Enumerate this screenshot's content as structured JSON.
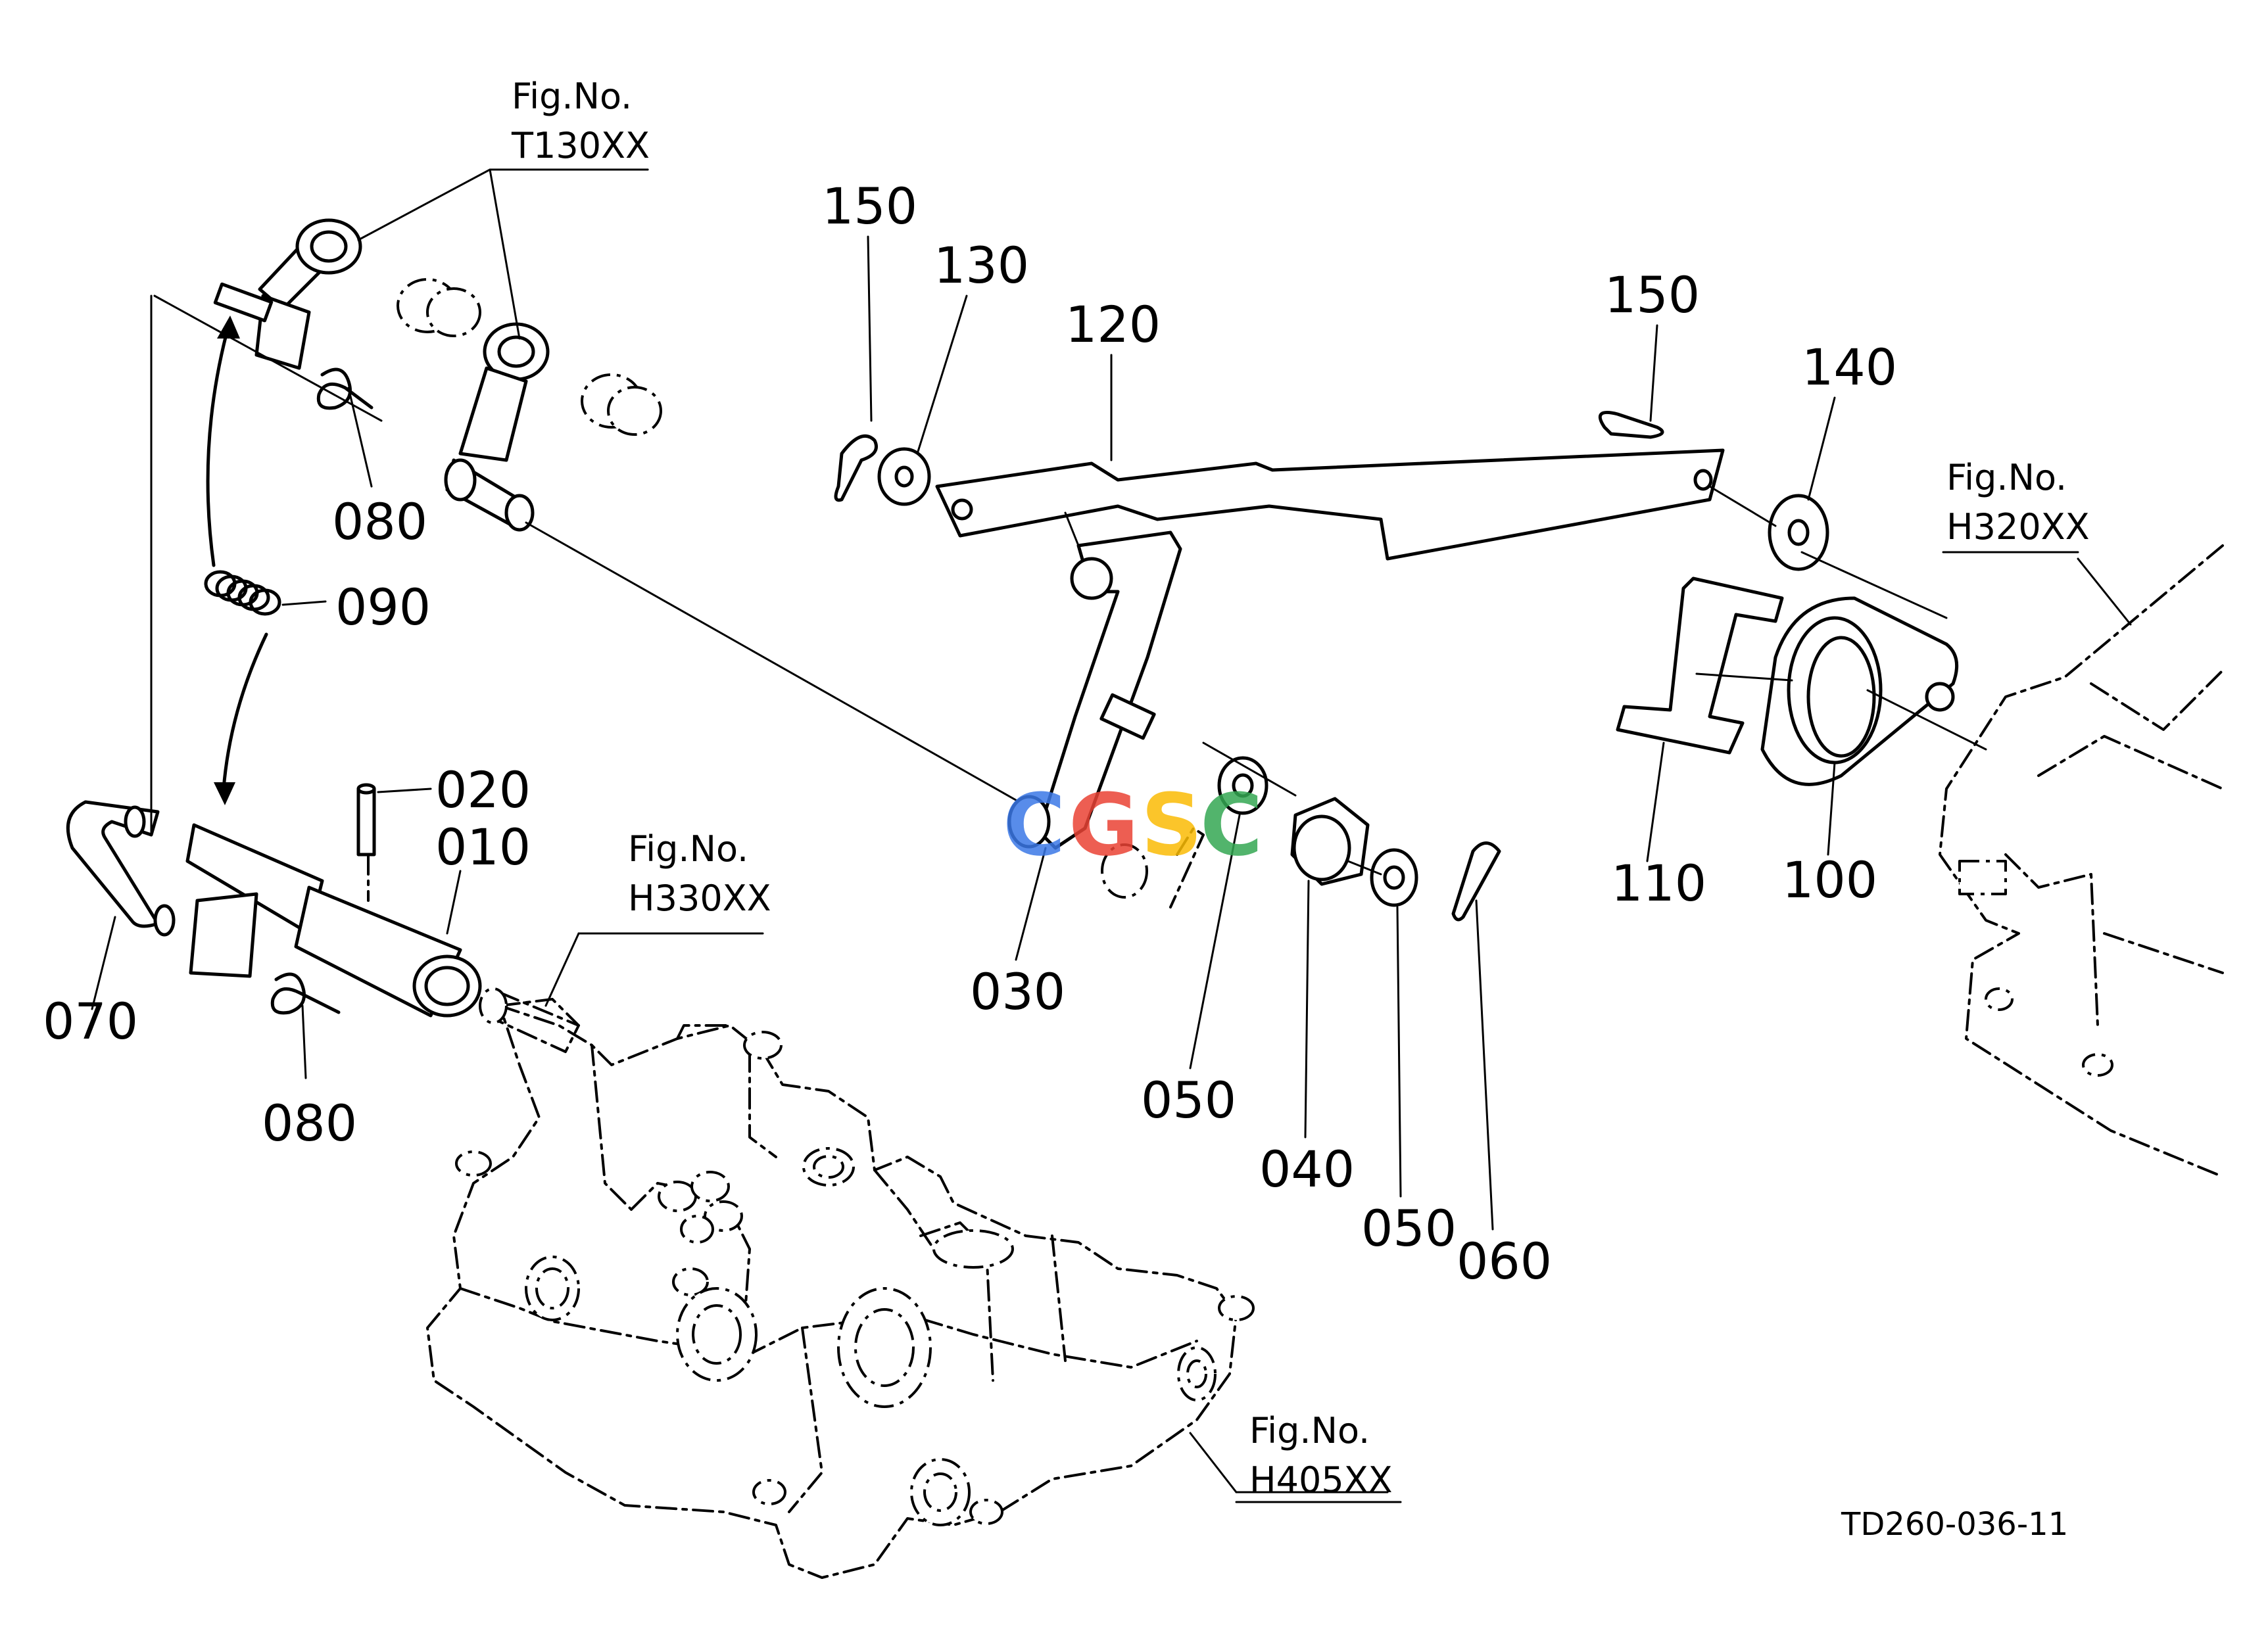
{
  "part_labels": {
    "p150a": "150",
    "p130": "130",
    "p120": "120",
    "p150b": "150",
    "p140": "140",
    "p080a": "080",
    "p090": "090",
    "p020": "020",
    "p010": "010",
    "p070": "070",
    "p080b": "080",
    "p030": "030",
    "p050a": "050",
    "p040": "040",
    "p050b": "050",
    "p060": "060",
    "p110": "110",
    "p100": "100"
  },
  "figure_refs": {
    "t130": {
      "caption": "Fig.No.",
      "code": "T130XX"
    },
    "h330": {
      "caption": "Fig.No.",
      "code": "H330XX"
    },
    "h320": {
      "caption": "Fig.No.",
      "code": "H320XX"
    },
    "h405": {
      "caption": "Fig.No.",
      "code": "H405XX"
    }
  },
  "drawing_number": "TD260-036-11",
  "watermark": {
    "text": "CGSC",
    "colors": [
      "#3b78e7",
      "#ea4335",
      "#fbbc05",
      "#34a853"
    ]
  }
}
